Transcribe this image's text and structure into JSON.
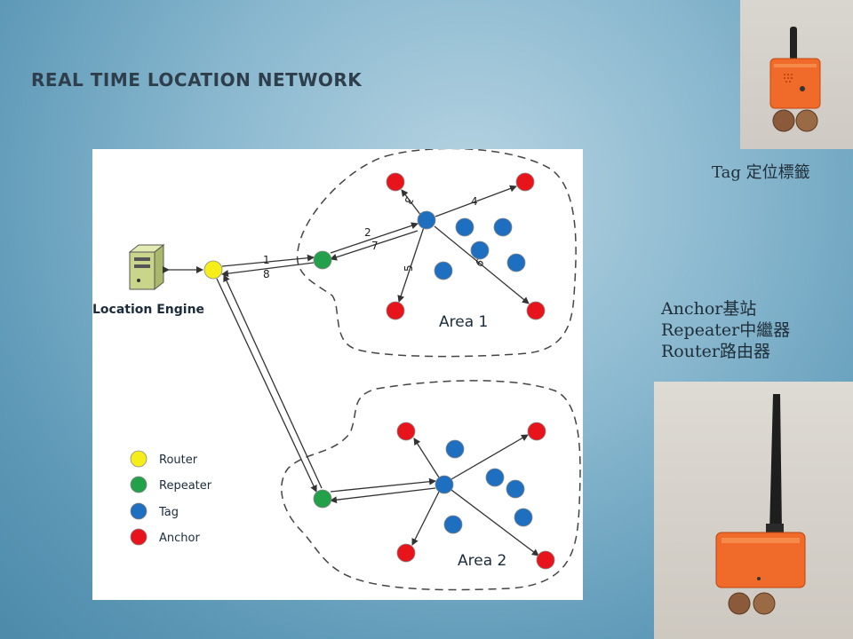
{
  "slide": {
    "title": "REAL TIME LOCATION NETWORK"
  },
  "diagram": {
    "engine_label": "Location Engine",
    "area1_label": "Area 1",
    "area2_label": "Area 2",
    "link_labels": [
      "1",
      "2",
      "3",
      "4",
      "5",
      "6",
      "7",
      "8"
    ],
    "legend": [
      {
        "label": "Router",
        "color": "#f5ee1a"
      },
      {
        "label": "Repeater",
        "color": "#22a04a"
      },
      {
        "label": "Tag",
        "color": "#1e6fc0"
      },
      {
        "label": "Anchor",
        "color": "#e8141c"
      }
    ],
    "colors": {
      "router": "#f5ee1a",
      "repeater": "#22a04a",
      "tag": "#1e6fc0",
      "anchor": "#e8141c"
    }
  },
  "captions": {
    "tag": "Tag 定位標籤",
    "lines": [
      "Anchor基站",
      "Repeater中繼器",
      "Router路由器"
    ]
  },
  "photos": {
    "tag_device": "tag-device-photo",
    "router_device": "router-device-photo"
  }
}
